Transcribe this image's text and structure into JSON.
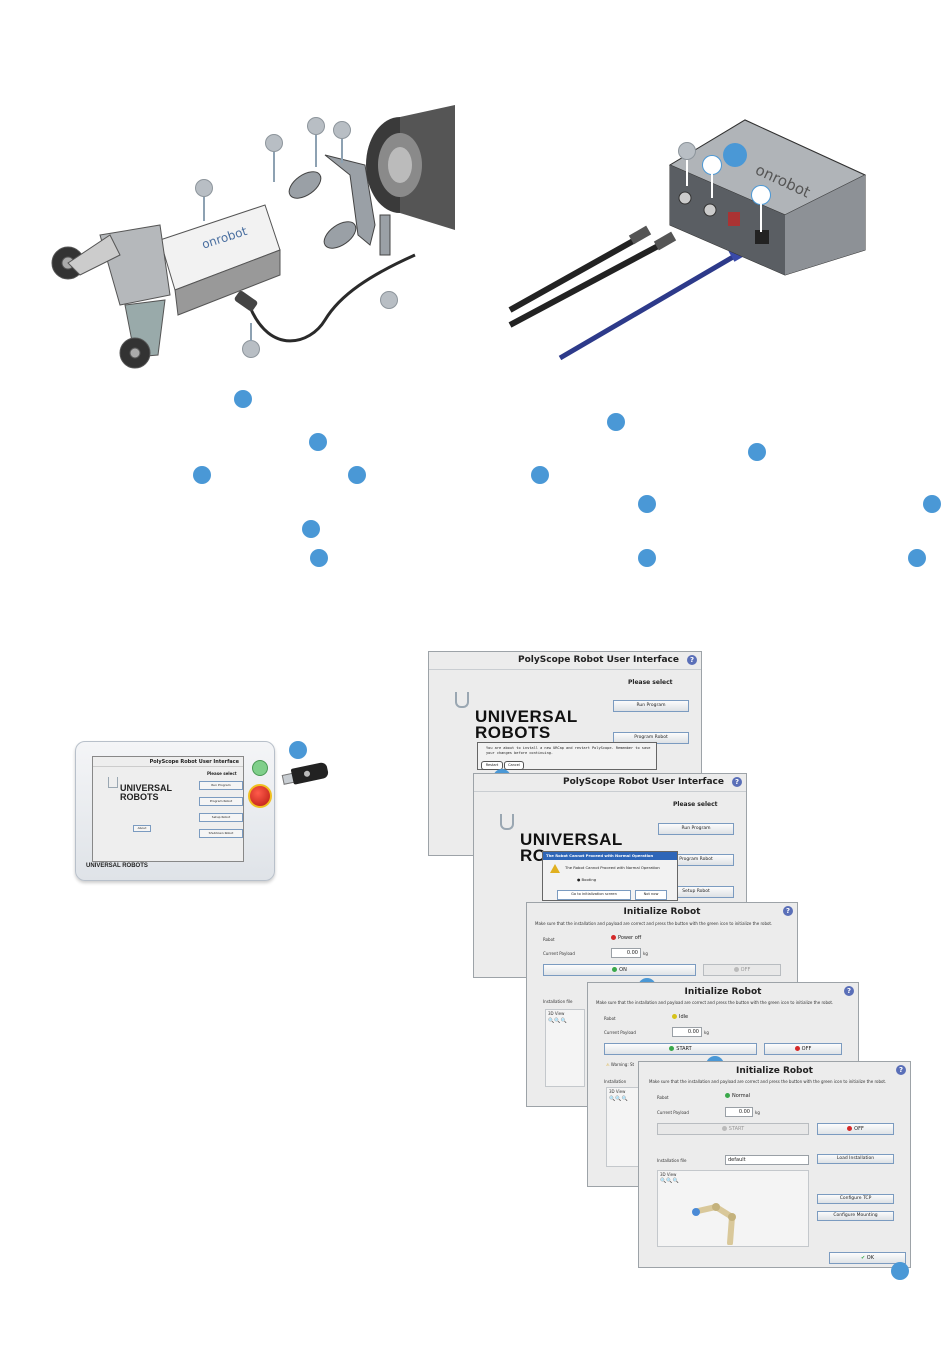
{
  "gripper_illustration": {
    "brand": "onrobot"
  },
  "controller_illustration": {
    "brand": "onrobot"
  },
  "teach_pendant": {
    "title": "PolyScope Robot User Interface",
    "please_select": "Please select",
    "logo_line1": "UNIVERSAL",
    "logo_line2": "ROBOTS",
    "buttons": [
      "Run Program",
      "Program Robot",
      "Setup Robot",
      "Shutdown Robot"
    ],
    "about": "About",
    "footer": "UNIVERSAL ROBOTS"
  },
  "screen1": {
    "title": "PolyScope Robot User Interface",
    "please_select": "Please select",
    "logo_line1": "UNIVERSAL",
    "logo_line2": "ROBOTS",
    "buttons": [
      "Run Program",
      "Program Robot"
    ],
    "dialog_text": "You are about to install a new URCap and restart PolyScope. Remember to save your changes before continuing.",
    "dialog_restart": "Restart",
    "dialog_cancel": "Cancel"
  },
  "screen2": {
    "title": "PolyScope Robot User Interface",
    "please_select": "Please select",
    "logo_line1": "UNIVERSAL",
    "logo_line2": "RO",
    "buttons": [
      "Run Program",
      "Program Robot",
      "Setup Robot"
    ],
    "dialog_title": "The Robot Cannot Proceed with Normal Operation",
    "dialog_text": "The Robot Cannot Proceed with Normal Operation",
    "dialog_status": "Booting",
    "dialog_go": "Go to initialization screen",
    "dialog_not_now": "Not now"
  },
  "screen3": {
    "title": "Initialize Robot",
    "instructions": "Make sure that the installation and payload are correct and press the button with the green icon to initialize the robot.",
    "robot_label": "Robot",
    "robot_status": "Power off",
    "payload_label": "Current Payload",
    "payload_value": "0.00",
    "payload_unit": "kg",
    "on_button": "ON",
    "off_button": "OFF",
    "install_label": "Installation file",
    "view_label": "3D View"
  },
  "screen4": {
    "title": "Initialize Robot",
    "instructions": "Make sure that the installation and payload are correct and press the button with the green icon to initialize the robot.",
    "robot_label": "Robot",
    "robot_status": "Idle",
    "payload_label": "Current Payload",
    "payload_value": "0.00",
    "payload_unit": "kg",
    "start_button": "START",
    "off_button": "OFF",
    "warning": "Warning: St",
    "install_label": "Installation",
    "view_label": "3D View"
  },
  "screen5": {
    "title": "Initialize Robot",
    "instructions": "Make sure that the installation and payload are correct and press the button with the green icon to initialize the robot.",
    "robot_label": "Robot",
    "robot_status": "Normal",
    "payload_label": "Current Payload",
    "payload_value": "0.00",
    "payload_unit": "kg",
    "start_button": "START",
    "off_button": "OFF",
    "install_label": "Installation file",
    "install_value": "default",
    "load_button": "Load Installation",
    "view_label": "3D View",
    "configure_tcp": "Configure TCP",
    "configure_mounting": "Configure Mounting",
    "ok_button": "OK"
  },
  "colors": {
    "callout": "#4a98d6",
    "callout_gray": "#b8bec4",
    "status_green": "#3aa84a",
    "status_red": "#d42a2a",
    "status_yellow": "#d6c21a"
  }
}
